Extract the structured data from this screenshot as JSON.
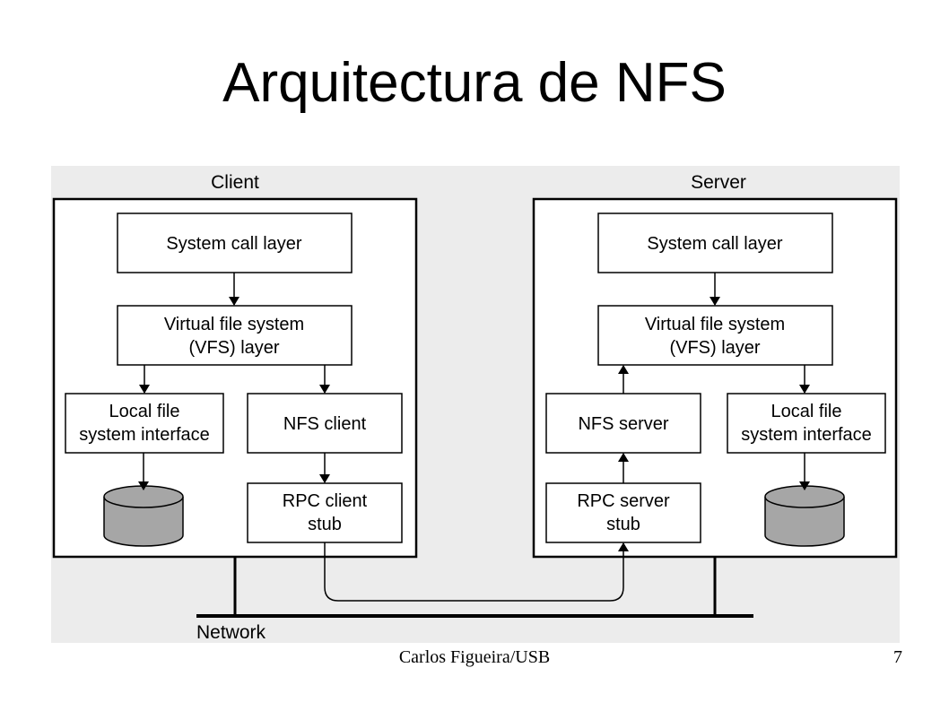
{
  "slide": {
    "title": "Arquitectura de NFS",
    "footer_author": "Carlos Figueira/USB",
    "page_number": "7"
  },
  "diagram": {
    "background_color": "#ececec",
    "disk_color": "#a6a6a6",
    "client": {
      "label": "Client",
      "system_call": "System call layer",
      "vfs_line1": "Virtual file system",
      "vfs_line2": "(VFS) layer",
      "local_fs_line1": "Local file",
      "local_fs_line2": "system interface",
      "nfs": "NFS client",
      "rpc_line1": "RPC client",
      "rpc_line2": "stub"
    },
    "server": {
      "label": "Server",
      "system_call": "System call layer",
      "vfs_line1": "Virtual file system",
      "vfs_line2": "(VFS) layer",
      "nfs": "NFS server",
      "local_fs_line1": "Local file",
      "local_fs_line2": "system interface",
      "rpc_line1": "RPC server",
      "rpc_line2": "stub"
    },
    "network_label": "Network"
  }
}
